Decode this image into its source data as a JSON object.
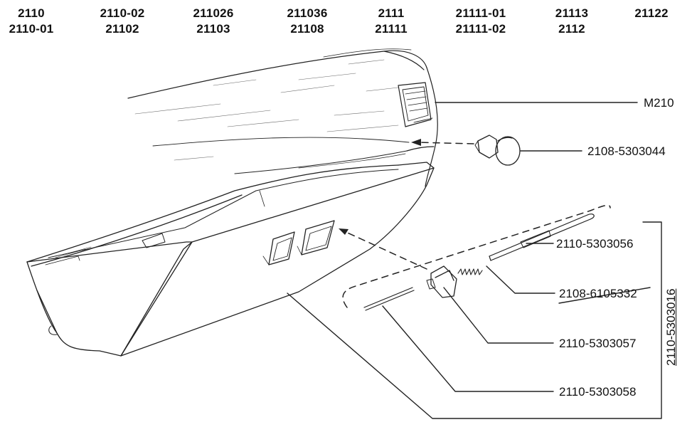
{
  "models": [
    {
      "line1": "2110",
      "line2": "2110-01"
    },
    {
      "line1": "2110-02",
      "line2": "21102"
    },
    {
      "line1": "211026",
      "line2": "21103"
    },
    {
      "line1": "211036",
      "line2": "21108"
    },
    {
      "line1": "2111",
      "line2": "21111"
    },
    {
      "line1": "21111-01",
      "line2": "21111-02"
    },
    {
      "line1": "21113",
      "line2": "2112"
    },
    {
      "line1": "21122",
      "line2": ""
    }
  ],
  "callouts": {
    "dashboard": "M210",
    "knob": "2108-5303044",
    "rod": "2110-5303056",
    "spring": "2108-6105332",
    "latch": "2110-5303057",
    "pin": "2110-5303058"
  },
  "assembly": "2110-5303016"
}
